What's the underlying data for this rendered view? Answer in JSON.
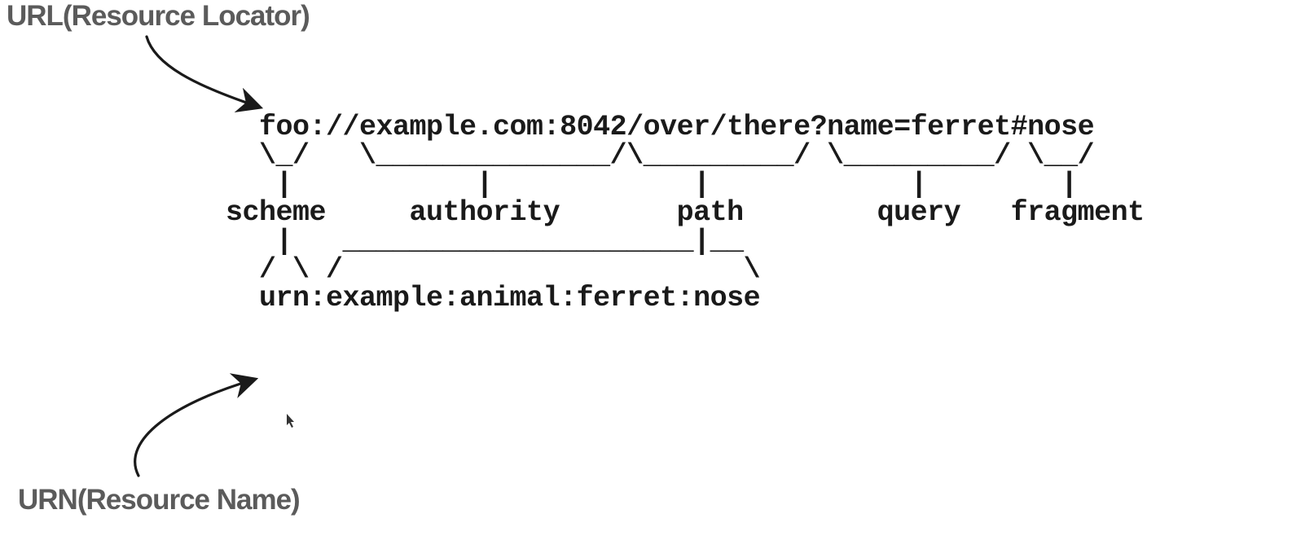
{
  "captions": {
    "url": "URL(Resource Locator)",
    "urn": "URN(Resource Name)"
  },
  "diagram": {
    "lines": [
      "  foo://example.com:8042/over/there?name=ferret#nose",
      "  \\_/   \\______________/\\_________/ \\_________/ \\__/",
      "   |           |            |            |        |",
      "scheme     authority       path        query   fragment",
      "   |   _____________________|__",
      "  / \\ /                        \\",
      "  urn:example:animal:ferret:nose"
    ]
  },
  "colors": {
    "caption": "#5b5b5b",
    "text": "#1a1a1a",
    "arrow": "#1a1a1a",
    "background": "#ffffff"
  }
}
